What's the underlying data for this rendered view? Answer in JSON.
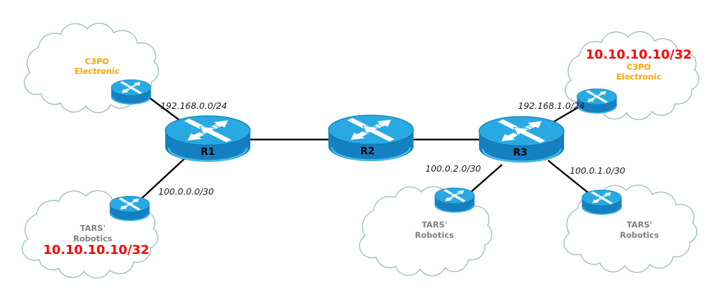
{
  "routers": {
    "r1": {
      "label": "R1"
    },
    "r2": {
      "label": "R2"
    },
    "r3": {
      "label": "R3"
    }
  },
  "links": {
    "r1_c3po_left": {
      "label": "192.168.0.0/24"
    },
    "r1_tars_left": {
      "label": "100.0.0.0/30"
    },
    "r3_c3po_right": {
      "label": "192.168.1.0/24"
    },
    "r3_tars_mid": {
      "label": "100.0.2.0/30"
    },
    "r3_tars_right": {
      "label": "100.0.1.0/30"
    }
  },
  "clouds": {
    "top_left": {
      "line1": "C3PO",
      "line2": "Electronic"
    },
    "bottom_left": {
      "line1": "TARS'",
      "line2": "Robotics",
      "route": "10.10.10.10/32"
    },
    "top_right": {
      "route": "10.10.10.10/32",
      "line1": "C3PO",
      "line2": "Electronic"
    },
    "bottom_mid": {
      "line1": "TARS'",
      "line2": "Robotics"
    },
    "bottom_right": {
      "line1": "TARS'",
      "line2": "Robotics"
    }
  },
  "colors": {
    "router_top": "#29a9e1",
    "router_body": "#1480c2",
    "router_bottom_rim": "#45bdea",
    "cloud_stroke": "#9fbcc6",
    "link": "#000000",
    "route_prefix": "#ff0000",
    "cloud_name_orange": "#ffa400",
    "cloud_name_gray": "#808080",
    "net_label": "#1a1a1a"
  }
}
